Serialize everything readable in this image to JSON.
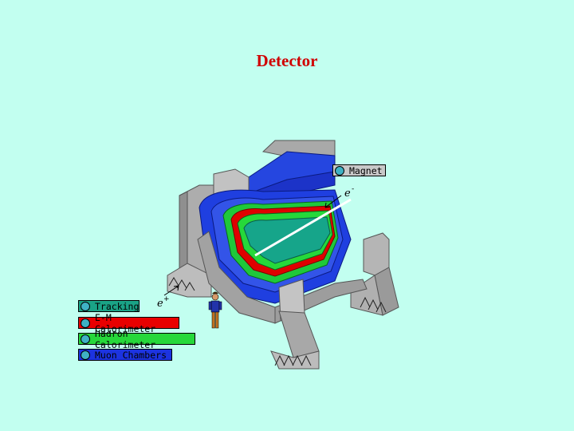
{
  "title": "Detector",
  "labels": {
    "magnet": "Magnet",
    "electron_minus": "e",
    "electron_minus_sup": "-",
    "electron_plus": "e",
    "electron_plus_sup": "+"
  },
  "legend": [
    {
      "label": "Tracking",
      "color": "#1aa386"
    },
    {
      "label": "E-M Calorimeter",
      "color": "#e80000"
    },
    {
      "label": "Hadron Calorimeter",
      "color": "#26d83a"
    },
    {
      "label": "Muon Chambers",
      "color": "#1c33e0"
    }
  ],
  "colors": {
    "background": "#c2fff0",
    "title": "#d00000",
    "magnet_legend_bg": "#c8c8c8",
    "iron": "#a8a8a8",
    "button": "#3fb2c4"
  }
}
